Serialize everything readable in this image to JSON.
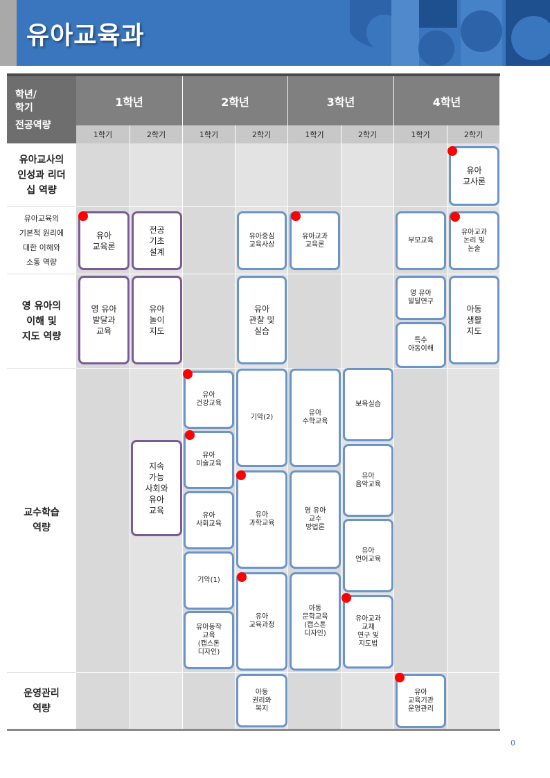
{
  "page_title": "유아교육과",
  "page_number": "0",
  "header": {
    "corner_lines": [
      "학년/",
      "학기",
      "전공역량"
    ],
    "years": [
      "1학년",
      "2학년",
      "3학년",
      "4학년"
    ],
    "semester_label": "학기",
    "semesters": [
      "1학기",
      "2학기",
      "1학기",
      "2학기",
      "1학기",
      "2학기",
      "1학기",
      "2학기"
    ]
  },
  "competencies": [
    {
      "lines": [
        "유아교사의",
        "인성과 리더",
        "십 역량"
      ]
    },
    {
      "lines": [
        "유아교육의",
        "기본적 원리에",
        "대한 이해와",
        "소통 역량"
      ]
    },
    {
      "lines": [
        "영 유아의",
        "이해 및",
        "지도 역량"
      ]
    },
    {
      "lines": [
        "교수학습",
        "역량"
      ]
    },
    {
      "lines": [
        "운영관리",
        "역량"
      ]
    }
  ],
  "courses": [
    {
      "id": "c1",
      "lines": [
        "유아",
        "교사론"
      ]
    },
    {
      "id": "c2",
      "lines": [
        "유아",
        "교육론"
      ]
    },
    {
      "id": "c3",
      "lines": [
        "전공",
        "기초",
        "설계"
      ]
    },
    {
      "id": "c4",
      "lines": [
        "유아중심",
        "교육사상"
      ]
    },
    {
      "id": "c5",
      "lines": [
        "유아교과",
        "교육론"
      ]
    },
    {
      "id": "c6",
      "lines": [
        "부모교육"
      ]
    },
    {
      "id": "c7",
      "lines": [
        "유아교과",
        "논리 및",
        "논술"
      ]
    },
    {
      "id": "c8",
      "lines": [
        "영 유아",
        "발달과",
        "교육"
      ]
    },
    {
      "id": "c9",
      "lines": [
        "유아",
        "놀이",
        "지도"
      ]
    },
    {
      "id": "c10",
      "lines": [
        "유아",
        "관찰 및",
        "실습"
      ]
    },
    {
      "id": "c11",
      "lines": [
        "영 유아",
        "발달연구"
      ]
    },
    {
      "id": "c12",
      "lines": [
        "특수",
        "아동이해"
      ]
    },
    {
      "id": "c13",
      "lines": [
        "아동",
        "생활",
        "지도"
      ]
    },
    {
      "id": "c14",
      "lines": [
        "유아",
        "건강교육"
      ]
    },
    {
      "id": "c15",
      "lines": [
        "기악(2)"
      ]
    },
    {
      "id": "c16",
      "lines": [
        "유아",
        "수학교육"
      ]
    },
    {
      "id": "c17",
      "lines": [
        "보육실습"
      ]
    },
    {
      "id": "c18",
      "lines": [
        "유아",
        "미술교육"
      ]
    },
    {
      "id": "c19",
      "lines": [
        "지속",
        "가능",
        "사회와",
        "유아",
        "교육"
      ]
    },
    {
      "id": "c20",
      "lines": [
        "유아",
        "음악교육"
      ]
    },
    {
      "id": "c21",
      "lines": [
        "유아",
        "과학교육"
      ]
    },
    {
      "id": "c22",
      "lines": [
        "영 유아",
        "교수",
        "방법론"
      ]
    },
    {
      "id": "c23",
      "lines": [
        "유아",
        "사회교육"
      ]
    },
    {
      "id": "c24",
      "lines": [
        "유아",
        "언어교육"
      ]
    },
    {
      "id": "c25",
      "lines": [
        "기악(1)"
      ]
    },
    {
      "id": "c26",
      "lines": [
        "유아",
        "교육과정"
      ]
    },
    {
      "id": "c27",
      "lines": [
        "아동",
        "문학교육",
        "(캡스톤",
        "디자인)"
      ]
    },
    {
      "id": "c28",
      "lines": [
        "유아교과",
        "교재",
        "연구 및",
        "지도법"
      ]
    },
    {
      "id": "c29",
      "lines": [
        "유아동작",
        "교육",
        "(캡스톤",
        "디자인)"
      ]
    },
    {
      "id": "c30",
      "lines": [
        "아동",
        "권리와",
        "복지"
      ]
    },
    {
      "id": "c31",
      "lines": [
        "유아",
        "교육기관",
        "운영관리"
      ]
    }
  ],
  "colors": {
    "banner": "#3a76be",
    "header_gray": "#808080",
    "course_border_blue": "#6b94c9",
    "course_border_purple": "#7a5b96",
    "marker_red": "#ff0000"
  }
}
